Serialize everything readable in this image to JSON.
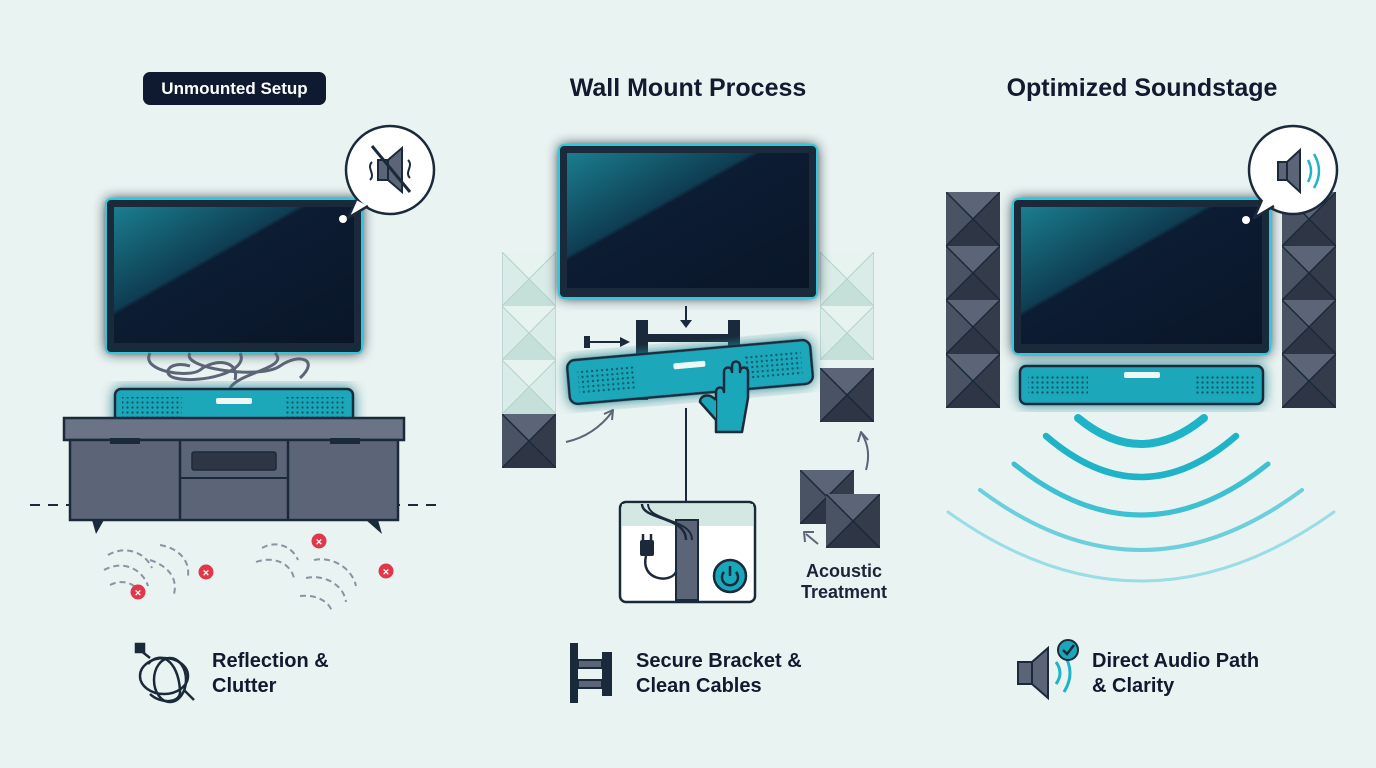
{
  "panels": [
    {
      "title": "Unmounted Setup",
      "caption_line1": "Reflection &",
      "caption_line2": "Clutter",
      "status_icon": "muted-speaker-icon",
      "caption_icon": "tangled-cable-icon"
    },
    {
      "title": "Wall Mount Process",
      "caption_line1": "Secure Bracket &",
      "caption_line2": "Clean Cables",
      "label_line1": "Acoustic",
      "label_line2": "Treatment",
      "caption_icon": "bracket-icon"
    },
    {
      "title": "Optimized Soundstage",
      "caption_line1": "Direct Audio Path",
      "caption_line2": "& Clarity",
      "status_icon": "speaker-sound-icon",
      "caption_icon": "speaker-check-icon"
    }
  ],
  "colors": {
    "background": "#e9f3f1",
    "navy": "#1b2a3a",
    "accent_teal": "#1fb3c7",
    "error_red": "#e0384a",
    "cabinet_gray": "#5c6577"
  }
}
